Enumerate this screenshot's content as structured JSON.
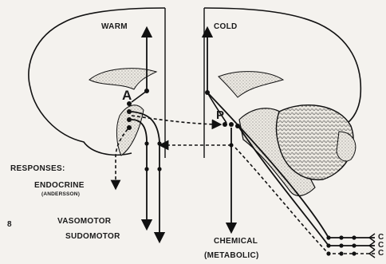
{
  "labels": {
    "warm": "WARM",
    "cold": "COLD",
    "point_a": "A",
    "point_p": "P",
    "responses": "RESPONSES:",
    "endocrine": "ENDOCRINE",
    "andersson": "(ANDERSSON)",
    "vasomotor": "VASOMOTOR",
    "sudomotor": "SUDOMOTOR",
    "chemical": "CHEMICAL",
    "metabolic": "(METABOLIC)",
    "figure_number": "8",
    "c_inputs": [
      "C",
      "C",
      "C"
    ]
  }
}
